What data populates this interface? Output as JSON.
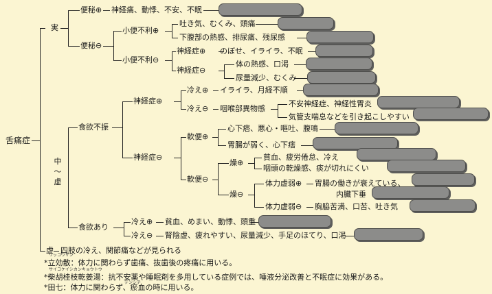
{
  "root": "舌痛症",
  "jitsu": {
    "label": "実",
    "benpi_plus": {
      "label": "便秘⊕",
      "symptom": "神経痛、動悸、不安、不眠"
    },
    "benpi_minus": {
      "label": "便秘⊖",
      "shoben_plus": {
        "label": "小便不利⊕",
        "symptoms": [
          "吐き気、むくみ、頭痛",
          "下腹部の熱感、排尿痛、残尿感"
        ]
      },
      "shoben_minus": {
        "label": "小便不利⊖",
        "shinkei_plus": {
          "label": "神経症⊕",
          "symptom": "のぼせ、イライラ、不眠"
        },
        "shinkei_minus": {
          "label": "神経症⊖",
          "symptoms": [
            "体の熱感、口渇",
            "尿量減少、むくみ"
          ]
        }
      }
    }
  },
  "chu_kyo": {
    "label": "中～虚",
    "fushin": {
      "label": "食欲不振",
      "shinkei_plus": {
        "label": "神経症⊕",
        "hie_plus": {
          "label": "冷え⊕",
          "symptom": "イライラ、月経不順"
        },
        "hie_minus": {
          "label": "冷え⊖",
          "mid": "咽喉部異物感",
          "symptoms": [
            "不安神経症、神経性胃炎",
            "気管支喘息などを引き起こしやすい"
          ]
        }
      },
      "shinkei_minus": {
        "label": "神経症⊖",
        "nanben_plus": {
          "label": "軟便⊕",
          "symptoms": [
            "心下痞、悪心・嘔吐、腹鳴",
            "胃腸が弱く、心下痞"
          ]
        },
        "nanben_minus": {
          "label": "軟便⊖",
          "so_plus": {
            "label": "燥⊕",
            "symptoms": [
              "貧血、疲労倦怠、冷え",
              "咽頭の乾燥感、痰が切れにくい"
            ]
          },
          "so_minus": {
            "label": "燥⊖",
            "tairyoku_plus": {
              "label": "体力虚弱⊕",
              "symptoms": [
                "胃腸の働きが衰えている、",
                "内臓下垂"
              ]
            },
            "tairyoku_minus": {
              "label": "体力虚弱⊖",
              "symptom": "胸脇苦満、口苦、吐き気"
            }
          }
        }
      }
    },
    "ari": {
      "label": "食欲あり",
      "hie_plus": {
        "label": "冷え⊕",
        "symptom": "貧血、めまい、動悸、頭重"
      },
      "hie_minus": {
        "label": "冷え⊖",
        "symptom": "腎陰虚、疲れやすい、尿量減少、手足のほてり、口渇"
      }
    }
  },
  "kyo": {
    "label": "虚",
    "symptom": "四肢の冷え、関節痛などが見られる"
  },
  "footnotes": [
    {
      "ruby": "リッコウサン",
      "text": "*立効散：体力に関わらず歯痛、抜歯後の疼痛に用いる。"
    },
    {
      "ruby": "サイコケイシカンキョウトウ",
      "text": "*柴胡桂枝乾姜湯：抗不安薬や睡眠剤を多用している症例では、唾液分泌改善と不眠症に効果がある。"
    },
    {
      "ruby": "デンシチ",
      "text": "*田七：体力に関わらず、瘀血の時に用いる。"
    }
  ],
  "colors": {
    "background": "#fbf5d2",
    "line": "#222222",
    "pill_fill": "#8c8c8a",
    "pill_border": "#4e4e4c"
  }
}
